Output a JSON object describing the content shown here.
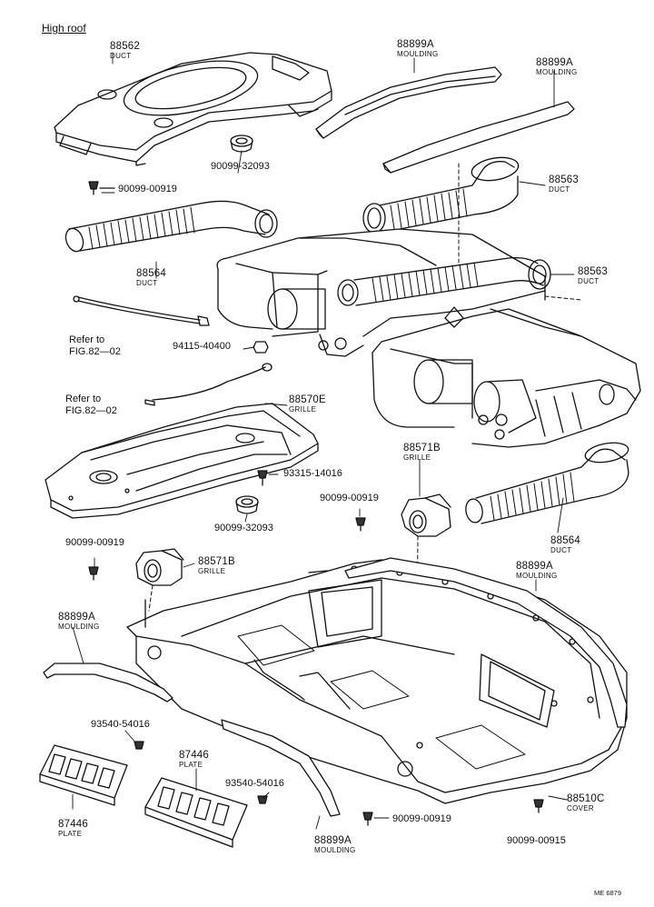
{
  "header": {
    "title": "High roof"
  },
  "parts": [
    {
      "id": "88562-duct-top",
      "number": "88562",
      "name": "DUCT"
    },
    {
      "id": "88899A-top-1",
      "number": "88899A",
      "name": "MOULDING"
    },
    {
      "id": "88899A-top-2",
      "number": "88899A",
      "name": "MOULDING"
    },
    {
      "id": "88563-upper",
      "number": "88563",
      "name": "DUCT"
    },
    {
      "id": "88564-left",
      "number": "88564",
      "name": "DUCT"
    },
    {
      "id": "88563-lower",
      "number": "88563",
      "name": "DUCT"
    },
    {
      "id": "88570E",
      "number": "88570E",
      "name": "GRILLE"
    },
    {
      "id": "88571B-right",
      "number": "88571B",
      "name": "GRILLE"
    },
    {
      "id": "88564-right",
      "number": "88564",
      "name": "DUCT"
    },
    {
      "id": "88571B-left",
      "number": "88571B",
      "name": "GRILLE"
    },
    {
      "id": "88899A-right",
      "number": "88899A",
      "name": "MOULDING"
    },
    {
      "id": "88899A-left",
      "number": "88899A",
      "name": "MOULDING"
    },
    {
      "id": "87446-upper",
      "number": "87446",
      "name": "PLATE"
    },
    {
      "id": "87446-lower",
      "number": "87446",
      "name": "PLATE"
    },
    {
      "id": "88899A-bottom",
      "number": "88899A",
      "name": "MOULDING"
    },
    {
      "id": "88510C",
      "number": "88510C",
      "name": "COVER"
    }
  ],
  "fasteners": [
    {
      "id": "90099-32093-top",
      "number": "90099-32093"
    },
    {
      "id": "90099-00919-a",
      "number": "90099-00919"
    },
    {
      "id": "94115-40400",
      "number": "94115-40400"
    },
    {
      "id": "93315-14016",
      "number": "93315-14016"
    },
    {
      "id": "90099-00919-b",
      "number": "90099-00919"
    },
    {
      "id": "90099-32093-mid",
      "number": "90099-32093"
    },
    {
      "id": "90099-00919-c",
      "number": "90099-00919"
    },
    {
      "id": "93540-54016-a",
      "number": "93540-54016"
    },
    {
      "id": "93540-54016-b",
      "number": "93540-54016"
    },
    {
      "id": "90099-00919-d",
      "number": "90099-00919"
    },
    {
      "id": "90099-00915",
      "number": "90099-00915"
    }
  ],
  "references": [
    {
      "line1": "Refer to",
      "line2": "FIG.82—02"
    },
    {
      "line1": "Refer to",
      "line2": "FIG.82—02"
    }
  ],
  "footer": {
    "code": "ME 6879"
  }
}
